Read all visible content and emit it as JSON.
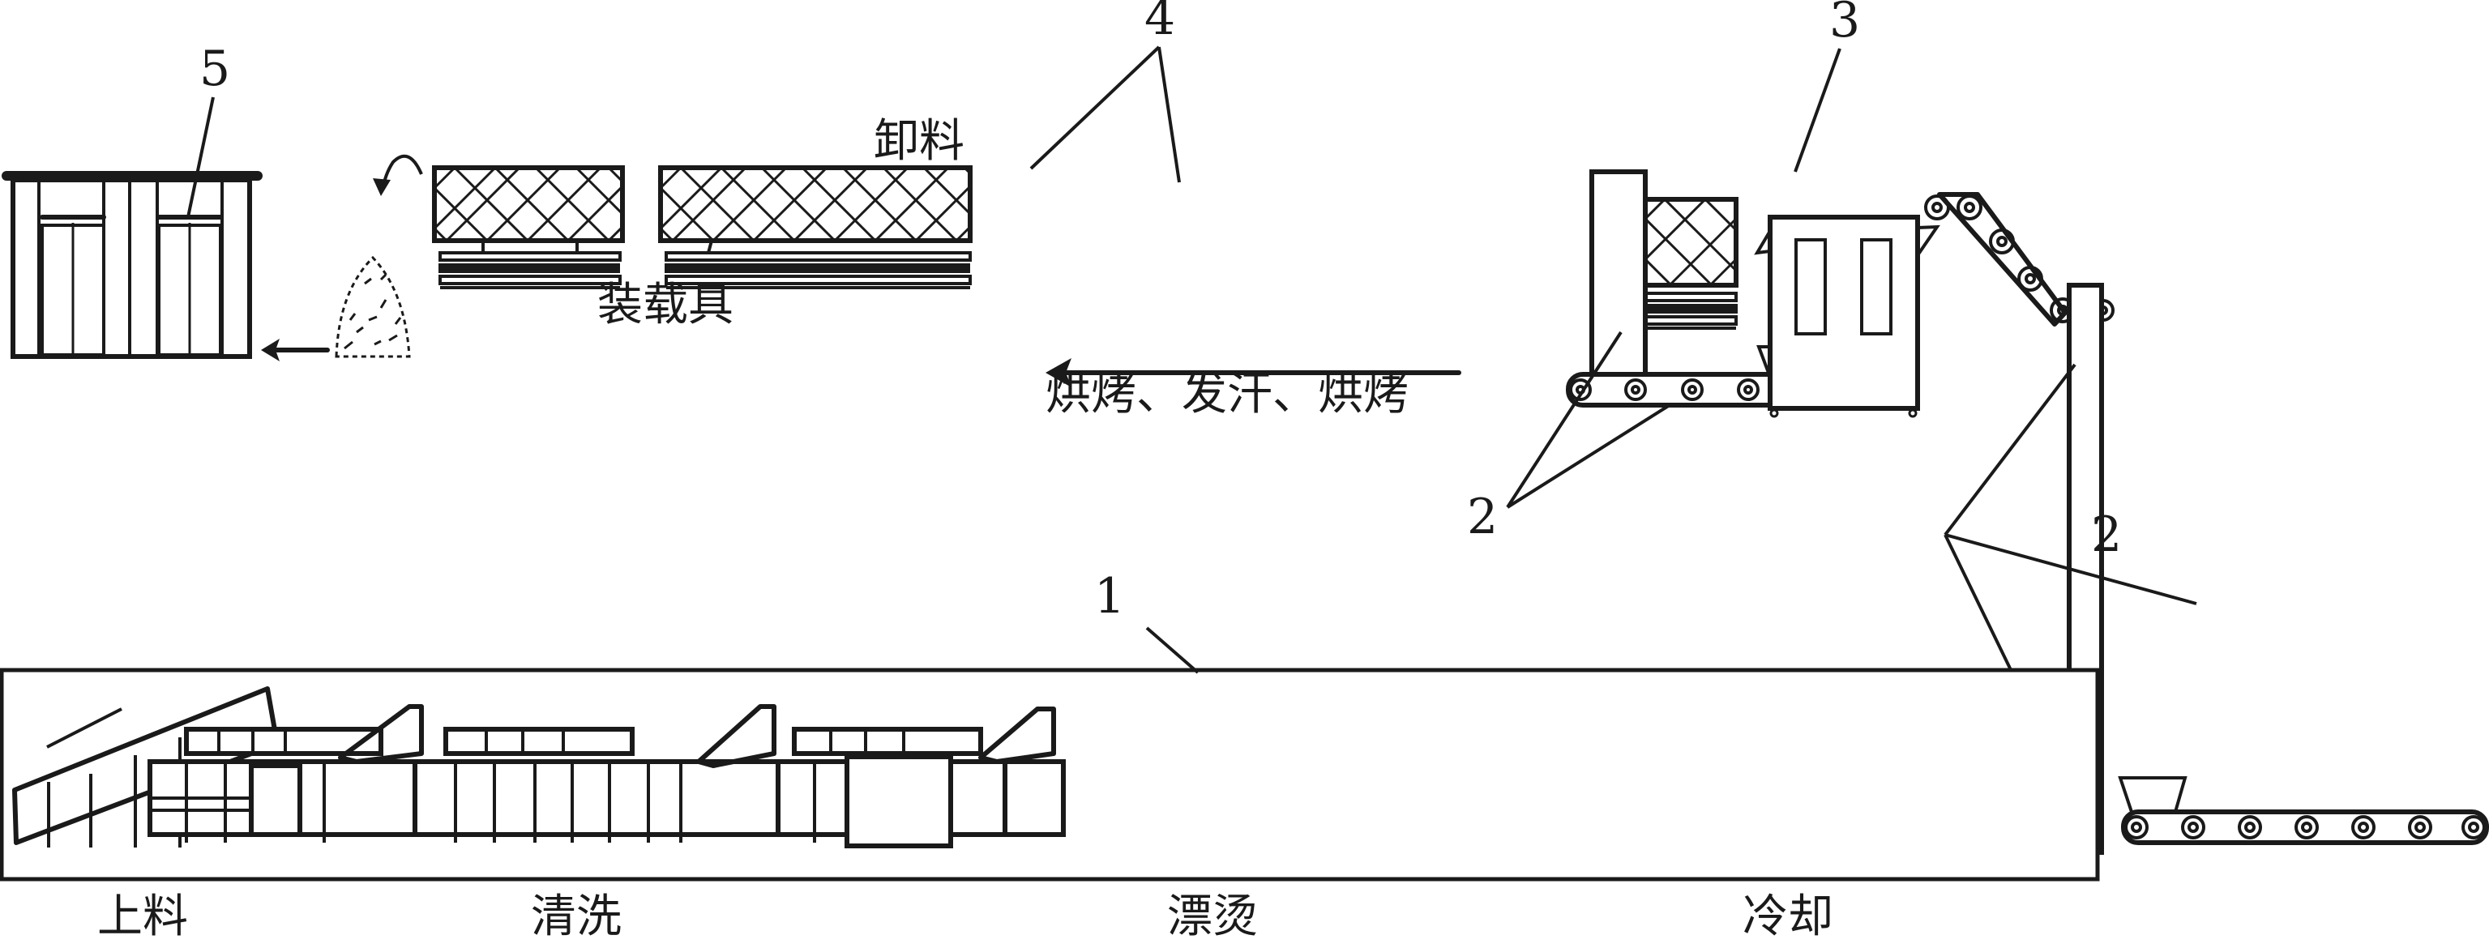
{
  "diagram": {
    "title": "",
    "callouts": {
      "c1": "1",
      "c2a": "2",
      "c2b": "2",
      "c3": "3",
      "c4": "4",
      "c5": "5"
    },
    "annotations": {
      "unload": "卸料",
      "to_container": "装载具",
      "process": "烘烤、发汗、烘烤"
    },
    "stages": [
      {
        "label": "上料"
      },
      {
        "label": "清洗"
      },
      {
        "label": "漂烫"
      },
      {
        "label": "冷却"
      }
    ],
    "components": [
      {
        "id": "1",
        "name": "washing-blanching-cooling line"
      },
      {
        "id": "2",
        "name": "belt conveyors / elevator"
      },
      {
        "id": "3",
        "name": "machine unit"
      },
      {
        "id": "4",
        "name": "drying ovens"
      },
      {
        "id": "5",
        "name": "storage container"
      }
    ],
    "colors": {
      "ink": "#1a1a1a",
      "background": "#ffffff"
    }
  }
}
